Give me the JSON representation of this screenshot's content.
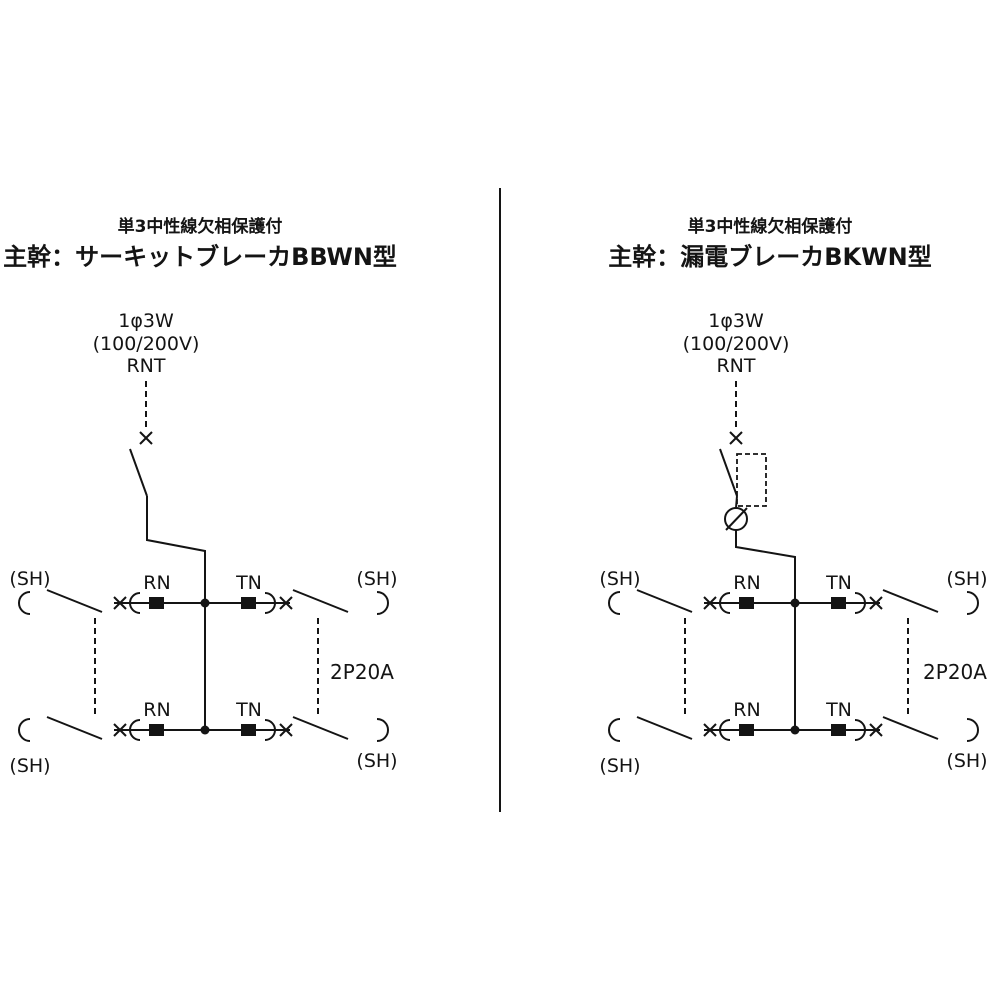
{
  "left_panel": {
    "subtitle": "単3中性線欠相保護付",
    "title": "主幹：サーキットブレーカBBWN型",
    "source": {
      "phase": "1φ3W",
      "voltage": "(100/200V)",
      "code": "RNT"
    }
  },
  "right_panel": {
    "subtitle": "単3中性線欠相保護付",
    "title": "主幹：漏電ブレーカBKWN型",
    "source": {
      "phase": "1φ3W",
      "voltage": "(100/200V)",
      "code": "RNT"
    }
  },
  "branch_labels": {
    "rn": "RN",
    "tn": "TN",
    "sh": "(SH)",
    "rating": "2P20A"
  },
  "colors": {
    "line": "#141414",
    "background": "#ffffff"
  }
}
